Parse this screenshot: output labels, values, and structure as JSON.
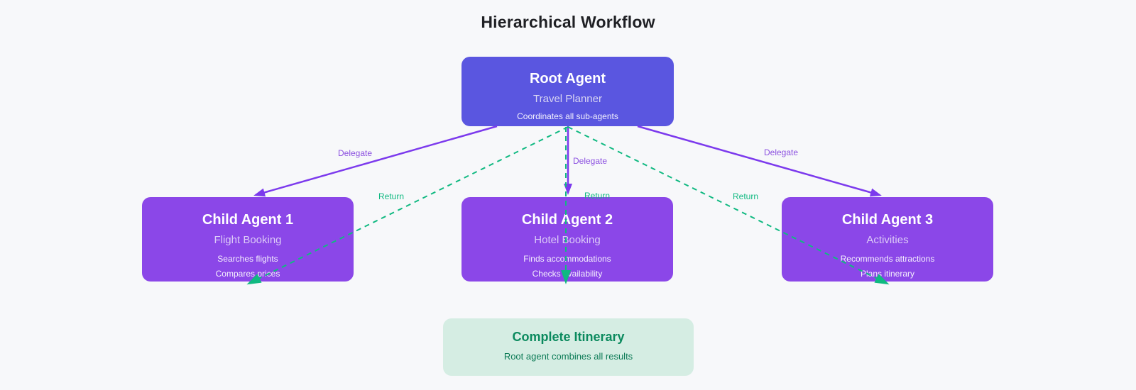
{
  "diagram_title": "Hierarchical Workflow",
  "root": {
    "title": "Root Agent",
    "subtitle": "Travel Planner",
    "description": "Coordinates all sub-agents"
  },
  "children": [
    {
      "title": "Child Agent 1",
      "subtitle": "Flight Booking",
      "details": [
        "Searches flights",
        "Compares prices"
      ]
    },
    {
      "title": "Child Agent 2",
      "subtitle": "Hotel Booking",
      "details": [
        "Finds accommodations",
        "Checks availability"
      ]
    },
    {
      "title": "Child Agent 3",
      "subtitle": "Activities",
      "details": [
        "Recommends attractions",
        "Plans itinerary"
      ]
    }
  ],
  "result": {
    "title": "Complete Itinerary",
    "subtitle": "Root agent combines all results"
  },
  "edges": {
    "delegate": {
      "label": "Delegate",
      "color": "#7C3AED"
    },
    "return": {
      "label": "Return",
      "color": "#10B981"
    }
  },
  "colors": {
    "background": "#F7F8FA",
    "root_box": "#5A56E0",
    "child_box": "#8B47E8",
    "result_box": "#D5EDE3",
    "result_text": "#0B8A5E",
    "title_text": "#1F2024"
  }
}
